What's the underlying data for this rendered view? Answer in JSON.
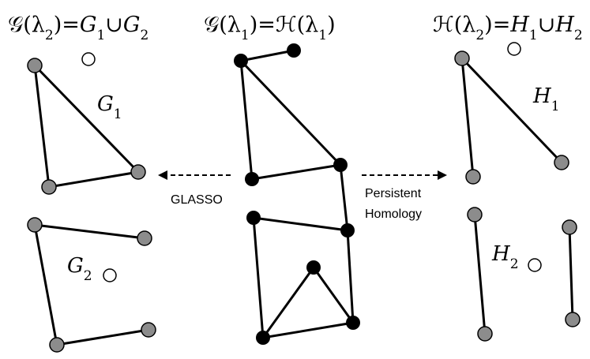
{
  "titles": {
    "left": {
      "script": "𝒢",
      "lambda": "(λ",
      "sub": "2",
      "close": ")=",
      "a": "G",
      "a_sub": "1",
      "union": "∪",
      "b": "G",
      "b_sub": "2"
    },
    "center": {
      "script_g": "𝒢",
      "lambda": "(λ",
      "sub": "1",
      "close": ")=",
      "script_h": "ℋ",
      "lambda2": "(λ",
      "sub2": "1",
      "close2": ")"
    },
    "right": {
      "script": "ℋ",
      "lambda": "(λ",
      "sub": "2",
      "close": ")=",
      "a": "H",
      "a_sub": "1",
      "union": "∪",
      "b": "H",
      "b_sub": "2"
    }
  },
  "labels": {
    "g1": {
      "main": "G",
      "sub": "1"
    },
    "g2": {
      "main": "G",
      "sub": "2"
    },
    "h1": {
      "main": "H",
      "sub": "1"
    },
    "h2": {
      "main": "H",
      "sub": "2"
    }
  },
  "arrows": {
    "left_label": "GLASSO",
    "right_label_line1": "Persistent",
    "right_label_line2": "Homology"
  },
  "colors": {
    "black_node": "#000000",
    "gray_node": "#8c8c8c",
    "white_node": "#ffffff",
    "edge": "#000000"
  }
}
